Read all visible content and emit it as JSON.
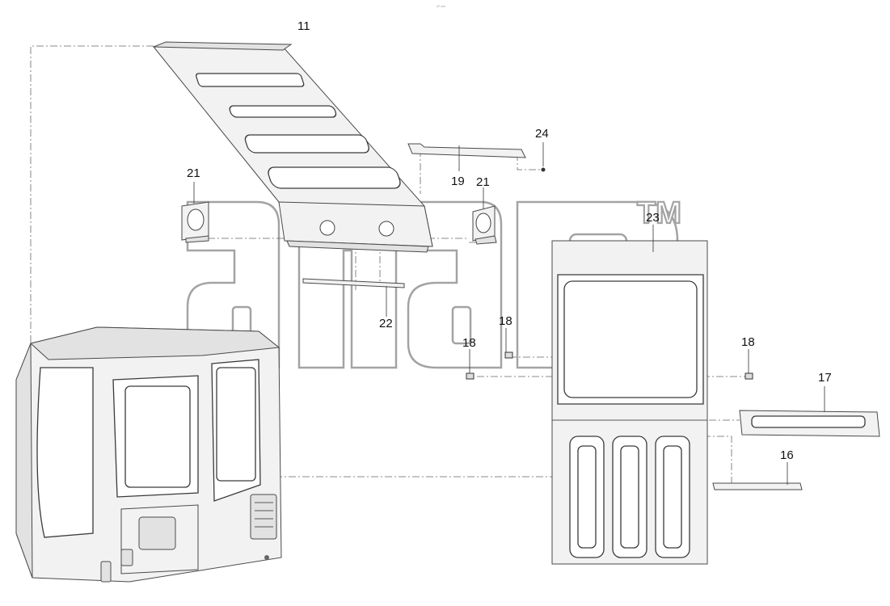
{
  "top_mark": "ᵒ⁰ ᵒᵒᵒ",
  "watermark": {
    "logo": "anap",
    "trademark": "TM"
  },
  "callouts": {
    "c11": "11",
    "c24": "24",
    "c21a": "21",
    "c19": "19",
    "c21b": "21",
    "c23": "23",
    "c22": "22",
    "c18a": "18",
    "c18b": "18",
    "c18c": "18",
    "c17": "17",
    "c16": "16"
  }
}
